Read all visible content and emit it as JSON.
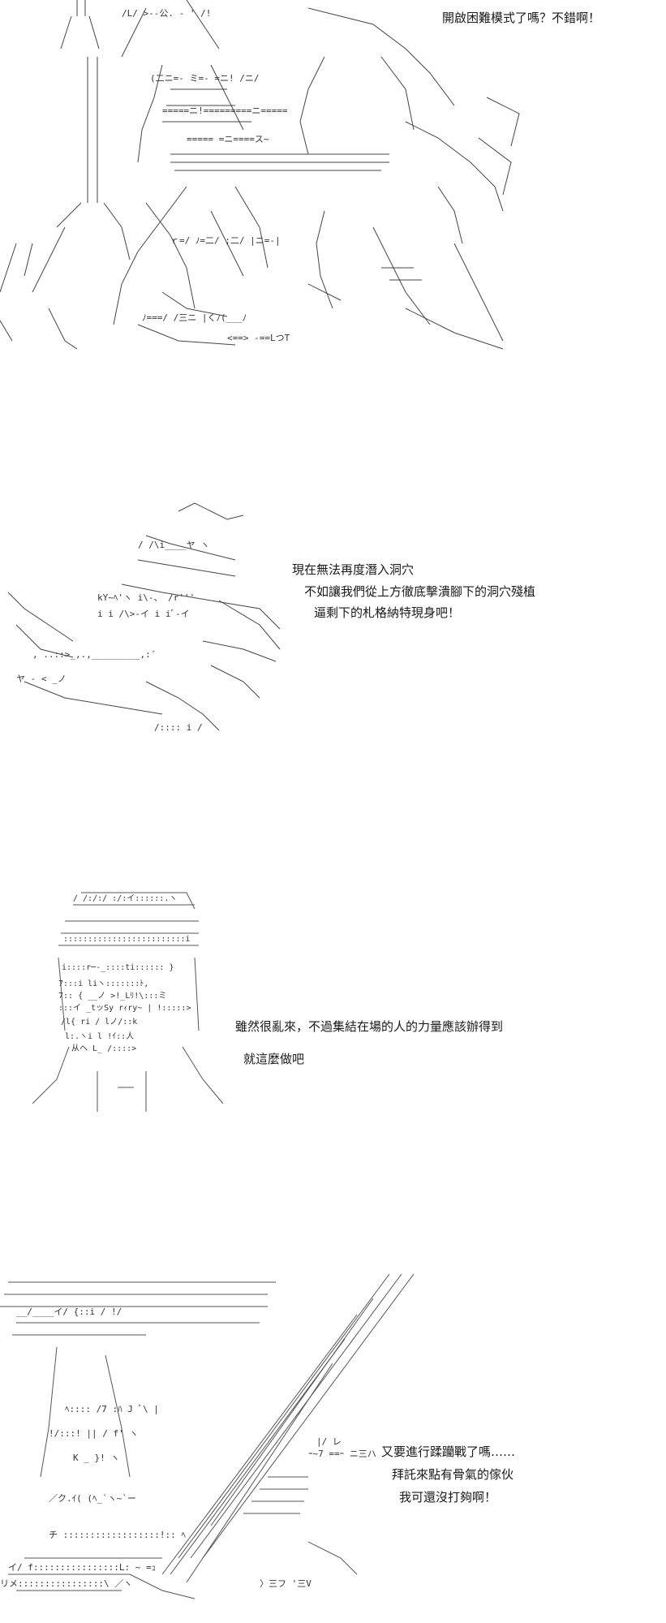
{
  "panels": [
    {
      "lines": [
        "開啟困難模式了嗎？不錯啊！"
      ]
    },
    {
      "lines": [
        "現在無法再度潛入洞穴",
        "不如讓我們從上方徹底擊潰腳下的洞穴殘植",
        "逼剩下的札格納特現身吧！"
      ]
    },
    {
      "lines": [
        "雖然很亂來，不過集結在場的人的力量應該辦得到",
        "就這麼做吧"
      ]
    },
    {
      "lines": [
        "又要進行蹂躪戰了嗎……",
        "拜託來點有骨氣的傢伙",
        "我可還沒打夠啊！"
      ]
    }
  ]
}
